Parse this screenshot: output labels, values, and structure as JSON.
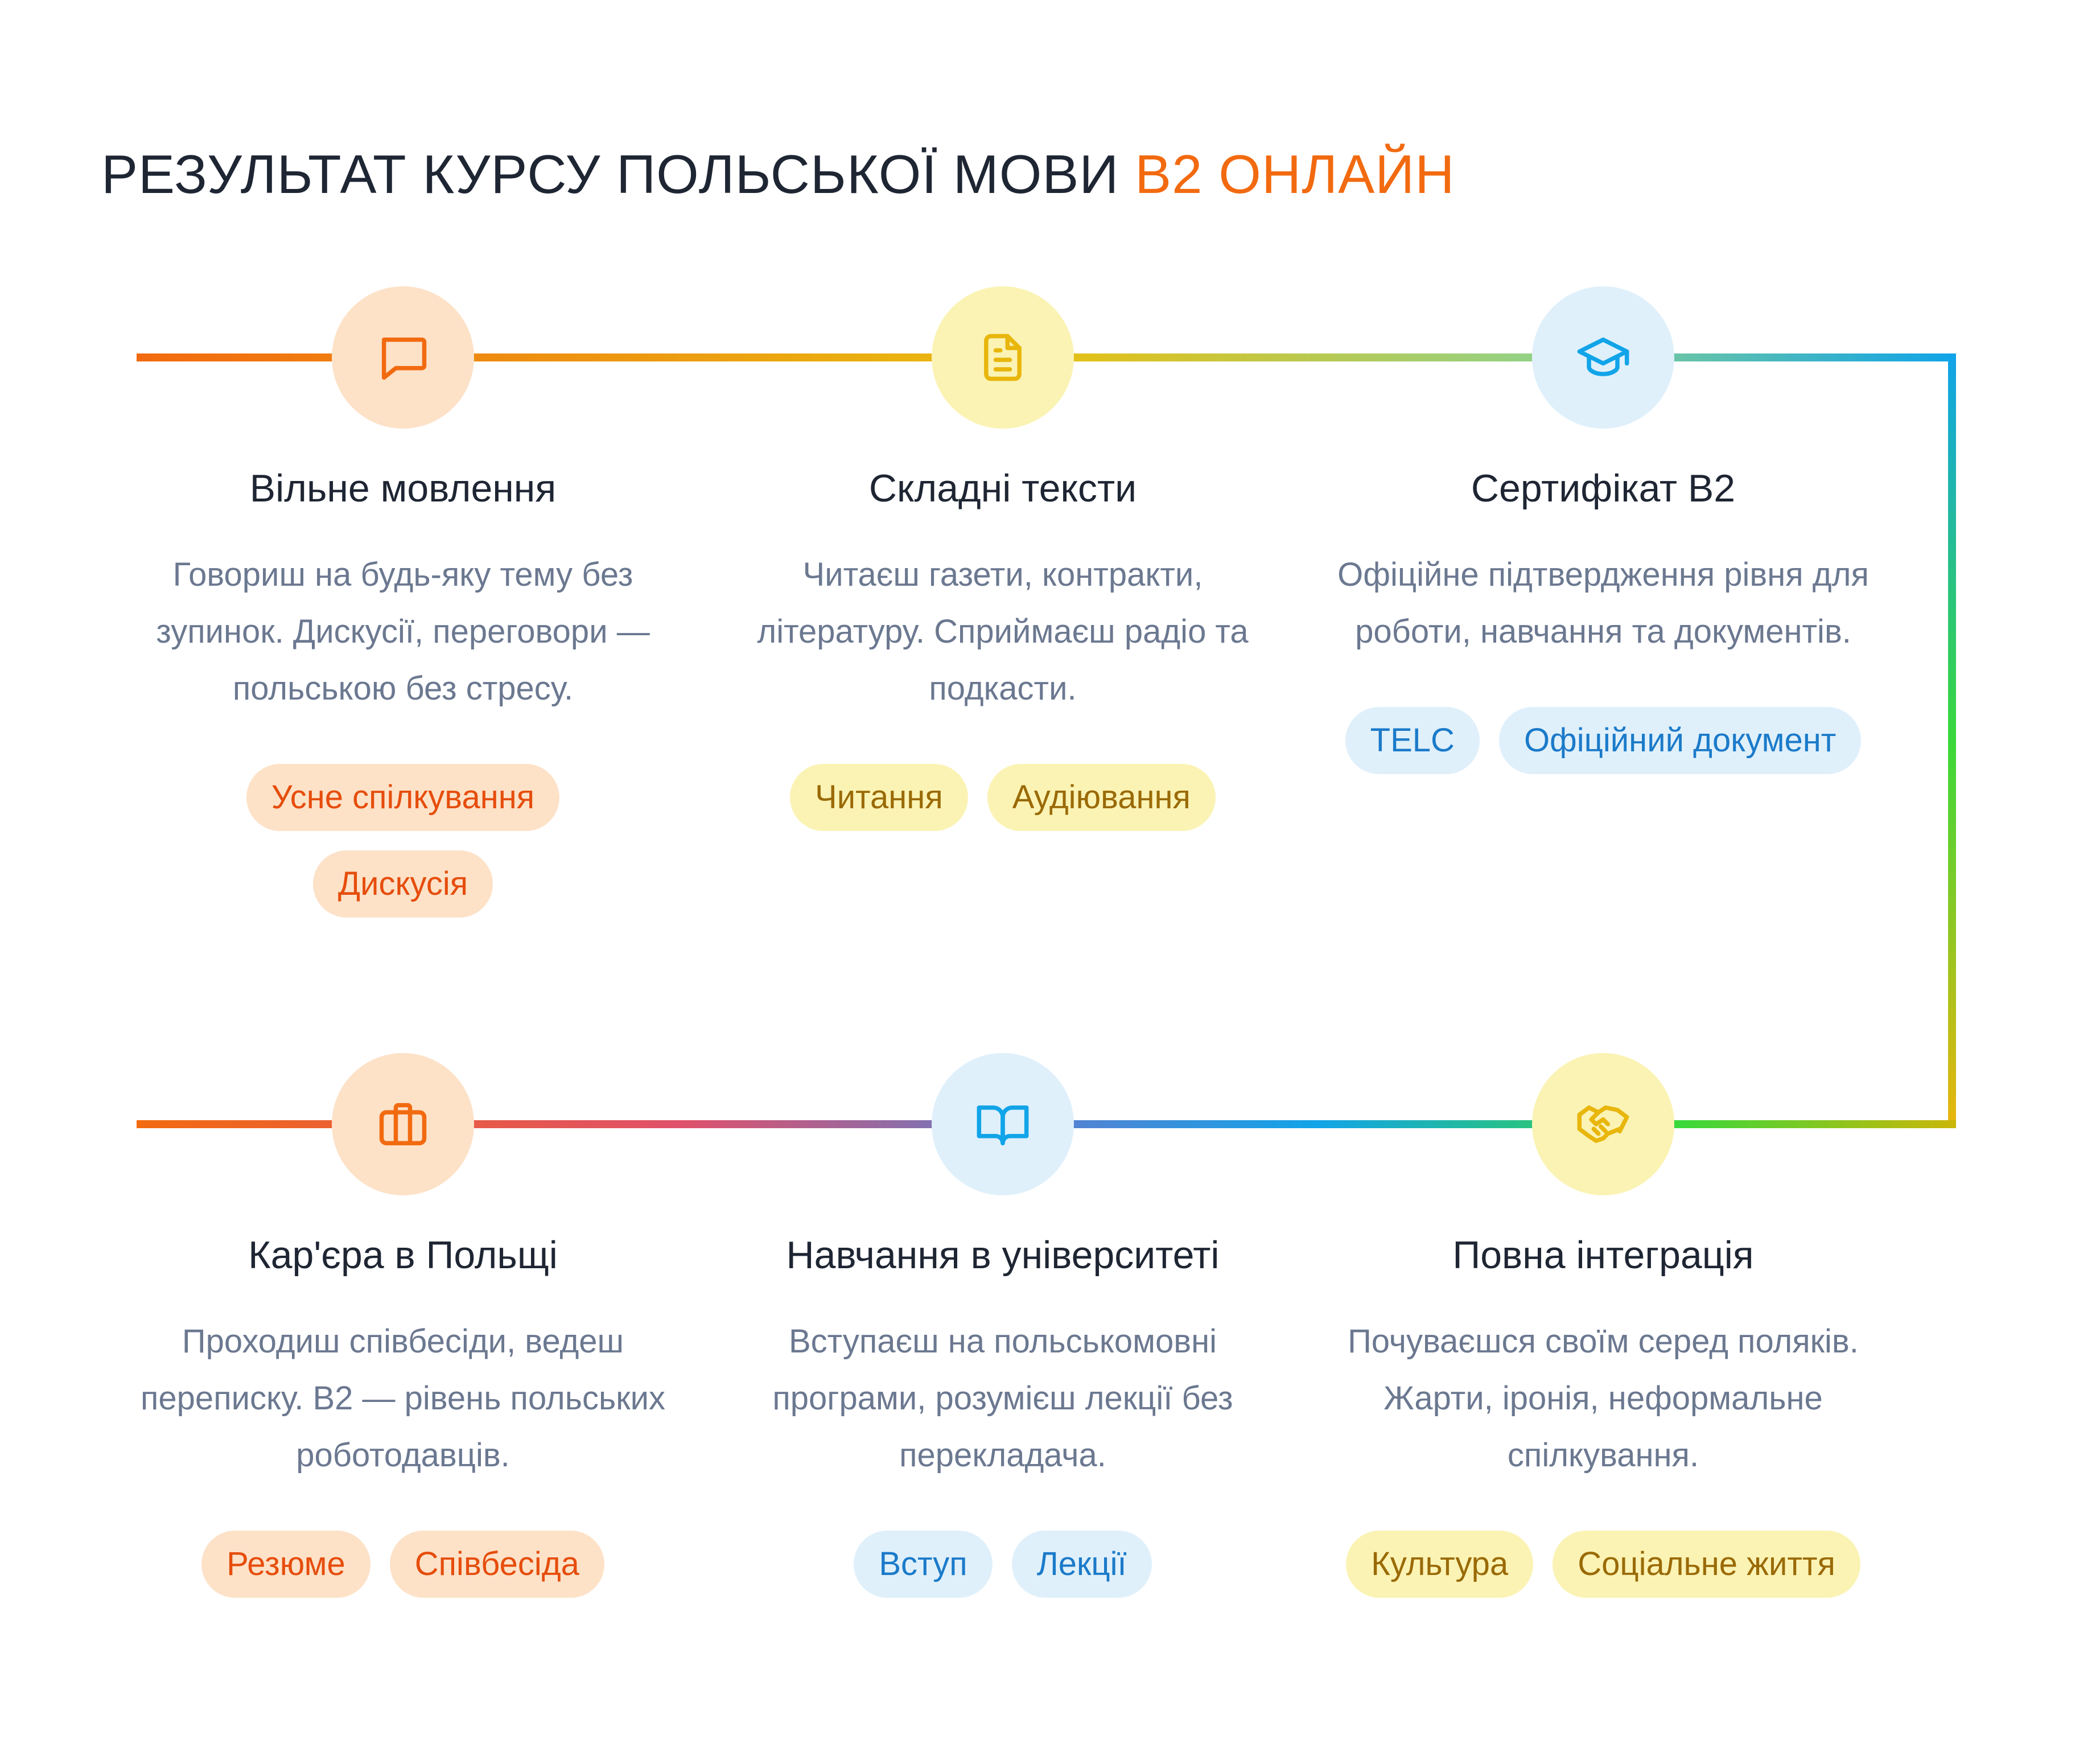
{
  "header": {
    "title_main": "РЕЗУЛЬТАТ КУРСУ ПОЛЬСЬКОЇ МОВИ",
    "title_accent": "B2 ОНЛАЙН"
  },
  "colors": {
    "accent": "#f26a10",
    "orange": "#f26a10",
    "yellow": "#e8b60c",
    "blue": "#11a4e8",
    "green": "#3ad83a"
  },
  "steps": [
    {
      "title": "Вільне мовлення",
      "description": "Говориш на будь-яку тему без зупинок. Дискусії, переговори — польською без стресу.",
      "icon": "chat-bubble-icon",
      "color": "orange",
      "tags": [
        "Усне спілкування",
        "Дискусія"
      ]
    },
    {
      "title": "Складні тексти",
      "description": "Читаєш газети, контракти, літературу. Сприймаєш радіо та подкасти.",
      "icon": "document-icon",
      "color": "yellow",
      "tags": [
        "Читання",
        "Аудіювання"
      ]
    },
    {
      "title": "Сертифікат B2",
      "description": "Офіційне підтвердження рівня для роботи, навчання та документів.",
      "icon": "graduation-cap-icon",
      "color": "blue",
      "tags": [
        "TELC",
        "Офіційний документ"
      ]
    },
    {
      "title": "Кар'єра в Польщі",
      "description": "Проходиш співбесіди, ведеш переписку. B2 — рівень польських роботодавців.",
      "icon": "briefcase-icon",
      "color": "orange",
      "tags": [
        "Резюме",
        "Співбесіда"
      ]
    },
    {
      "title": "Навчання в університеті",
      "description": "Вступаєш на польськомовні програми, розумієш лекції без перекладача.",
      "icon": "open-book-icon",
      "color": "blue",
      "tags": [
        "Вступ",
        "Лекції"
      ]
    },
    {
      "title": "Повна інтеграція",
      "description": "Почуваєшся своїм серед поляків. Жарти, іронія, неформальне спілкування.",
      "icon": "handshake-icon",
      "color": "yellow",
      "tags": [
        "Культура",
        "Соціальне життя"
      ]
    }
  ]
}
